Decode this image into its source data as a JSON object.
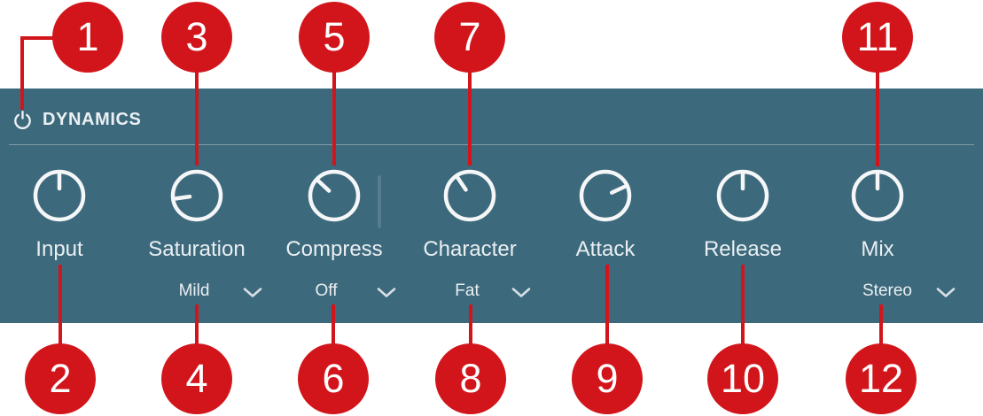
{
  "colors": {
    "panel_teal": "#3d697c",
    "accent_red": "#d2151b",
    "text_light": "#e9eff2",
    "knob_white": "#f4f6f8"
  },
  "panel": {
    "title": "DYNAMICS",
    "power_icon": "power-icon",
    "knobs": [
      {
        "label": "Input",
        "pointer_angle_deg": 0
      },
      {
        "label": "Saturation",
        "pointer_angle_deg": -98
      },
      {
        "label": "Compress",
        "pointer_angle_deg": -47
      },
      {
        "label": "Character",
        "pointer_angle_deg": -34
      },
      {
        "label": "Attack",
        "pointer_angle_deg": 65
      },
      {
        "label": "Release",
        "pointer_angle_deg": 0
      },
      {
        "label": "Mix",
        "pointer_angle_deg": 0
      }
    ],
    "dropdowns": [
      {
        "for": "Saturation",
        "value": "Mild"
      },
      {
        "for": "Compress",
        "value": "Off"
      },
      {
        "for": "Character",
        "value": "Fat"
      },
      {
        "for": "Mix",
        "value": "Stereo"
      }
    ]
  },
  "callouts": [
    {
      "number": "1",
      "points_to": "power button"
    },
    {
      "number": "2",
      "points_to": "Input knob"
    },
    {
      "number": "3",
      "points_to": "Saturation knob"
    },
    {
      "number": "4",
      "points_to": "Saturation mode dropdown (Mild)"
    },
    {
      "number": "5",
      "points_to": "Compress knob"
    },
    {
      "number": "6",
      "points_to": "Compress mode dropdown (Off)"
    },
    {
      "number": "7",
      "points_to": "Character knob"
    },
    {
      "number": "8",
      "points_to": "Character mode dropdown (Fat)"
    },
    {
      "number": "9",
      "points_to": "Attack knob"
    },
    {
      "number": "10",
      "points_to": "Release knob"
    },
    {
      "number": "11",
      "points_to": "Mix knob"
    },
    {
      "number": "12",
      "points_to": "Mix mode dropdown (Stereo)"
    }
  ]
}
